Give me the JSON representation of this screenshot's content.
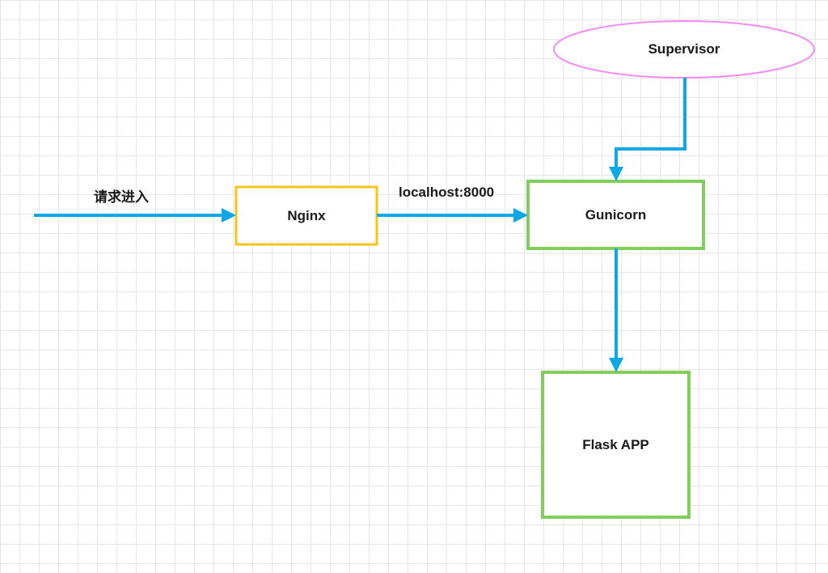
{
  "diagram": {
    "nodes": {
      "supervisor": {
        "label": "Supervisor",
        "shape": "ellipse",
        "border_color": "#f48cf5",
        "fill": "#ffffff"
      },
      "nginx": {
        "label": "Nginx",
        "shape": "rect",
        "border_color": "#f5c518",
        "fill": "#ffffff"
      },
      "gunicorn": {
        "label": "Gunicorn",
        "shape": "rect",
        "border_color": "#80cf5a",
        "fill": "#ffffff"
      },
      "flask_app": {
        "label": "Flask APP",
        "shape": "rect",
        "border_color": "#80cf5a",
        "fill": "#ffffff"
      }
    },
    "edges": {
      "request_in": {
        "label": "请求进入",
        "to": "nginx"
      },
      "nginx_to_gunicorn": {
        "label": "localhost:8000",
        "from": "nginx",
        "to": "gunicorn"
      },
      "supervisor_to_gunicorn": {
        "from": "supervisor",
        "to": "gunicorn"
      },
      "gunicorn_to_flask": {
        "from": "gunicorn",
        "to": "flask_app"
      }
    },
    "arrow_color": "#0fa8e6",
    "grid_color": "#e6e6e6",
    "text_color": "#1a1a1a"
  }
}
